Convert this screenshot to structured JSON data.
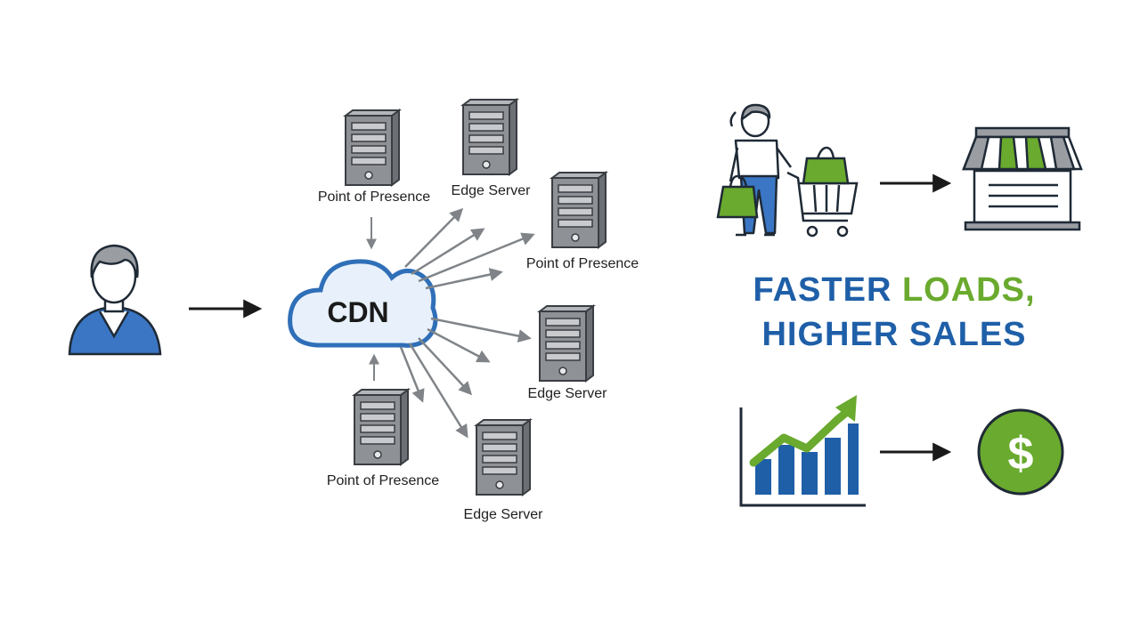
{
  "cdn": {
    "label": "CDN",
    "nodes": [
      {
        "label": "Point of Presence"
      },
      {
        "label": "Edge Server"
      },
      {
        "label": "Point of Presence"
      },
      {
        "label": "Edge Server"
      },
      {
        "label": "Point of Presence"
      },
      {
        "label": "Edge Server"
      }
    ]
  },
  "headline": {
    "word1": "FASTER",
    "word2": "LOADS,",
    "line2": "HIGHER SALES"
  },
  "colors": {
    "blue": "#1f5fa8",
    "green": "#6aaa2e",
    "server_gray": "#8e9196",
    "arrow_gray": "#808488",
    "dark": "#1a1a1a"
  },
  "icons": [
    "user-icon",
    "server-icon",
    "cloud-icon",
    "shopper-icon",
    "shopping-cart-icon",
    "storefront-icon",
    "growth-chart-icon",
    "dollar-coin-icon"
  ],
  "dollar_symbol": "$"
}
